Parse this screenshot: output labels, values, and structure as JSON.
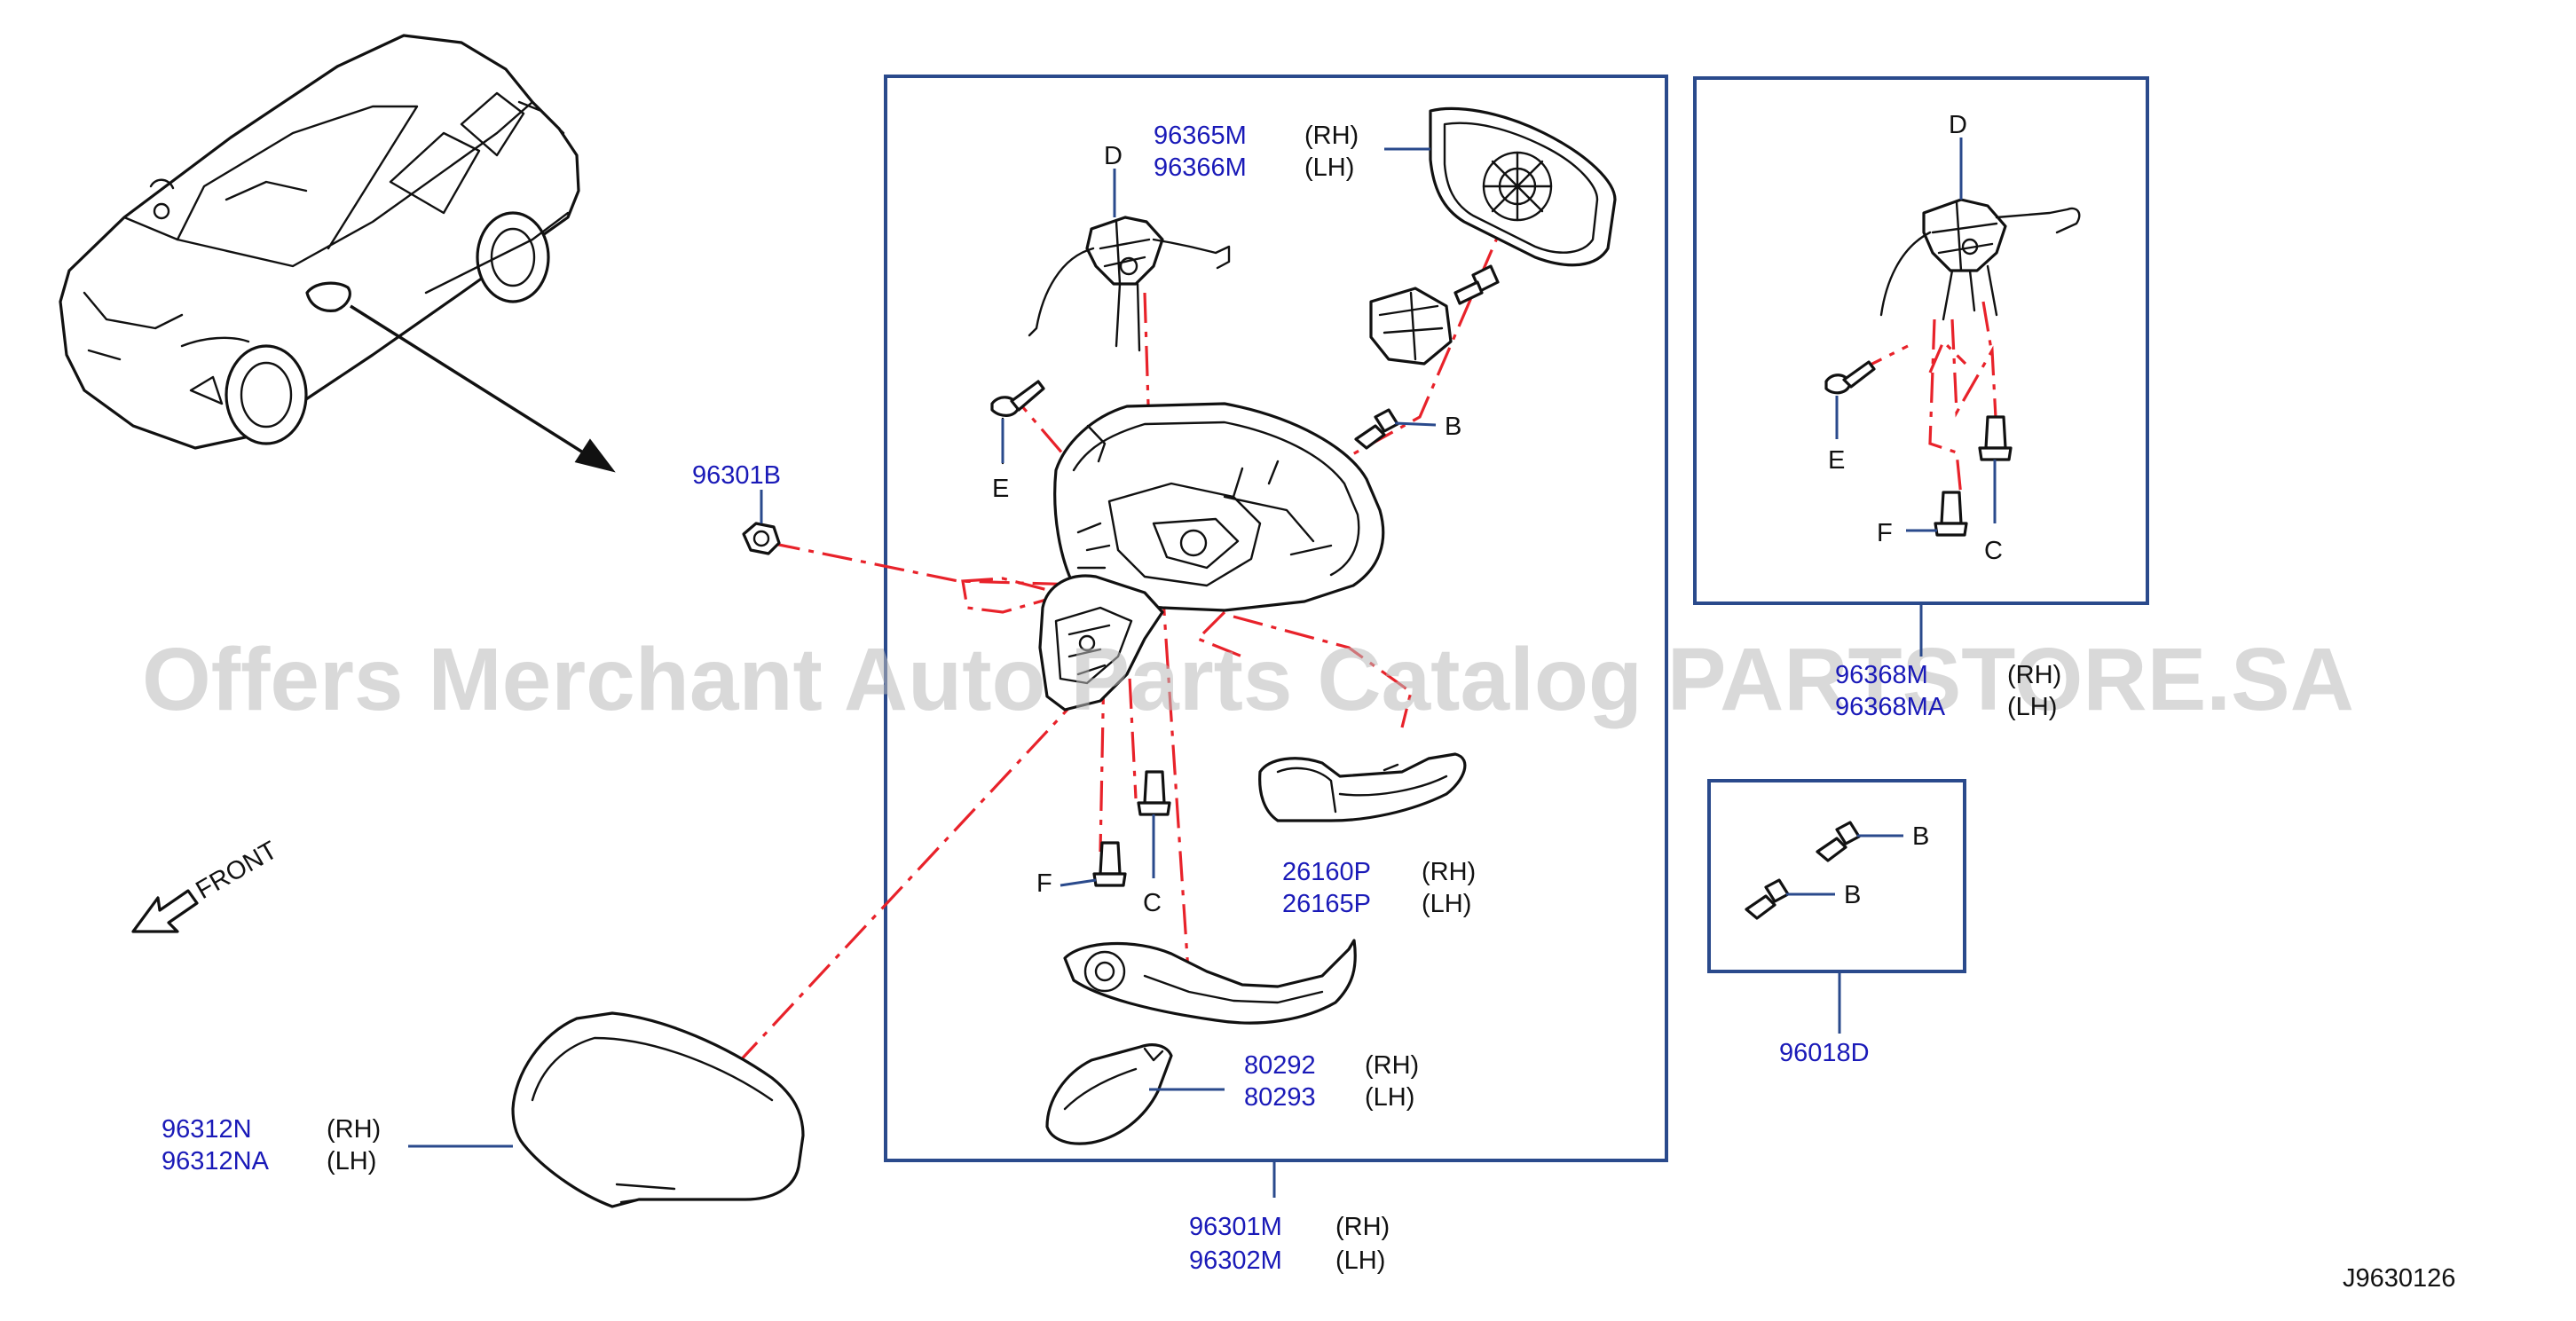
{
  "diagram": {
    "diagram_id": "J9630126",
    "front_label": "FRONT",
    "watermark": "Offers Merchant Auto Parts Catalog PARTSTORE.SA",
    "colors": {
      "part_number": "#1a1ab8",
      "box": "#2a4a8c",
      "dashed_line": "#e8222a",
      "outline": "#111111"
    },
    "callouts": {
      "nut": {
        "number": "96301B"
      },
      "glass": {
        "rh_number": "96365M",
        "rh_side": "(RH)",
        "lh_number": "96366M",
        "lh_side": "(LH)"
      },
      "turn_lamp": {
        "rh_number": "26160P",
        "rh_side": "(RH)",
        "lh_number": "26165P",
        "lh_side": "(LH)"
      },
      "cover": {
        "rh_number": "80292",
        "rh_side": "(RH)",
        "lh_number": "80293",
        "lh_side": "(LH)"
      },
      "cap": {
        "rh_number": "96312N",
        "rh_side": "(RH)",
        "lh_number": "96312NA",
        "lh_side": "(LH)"
      },
      "assembly": {
        "rh_number": "96301M",
        "rh_side": "(RH)",
        "lh_number": "96302M",
        "lh_side": "(LH)"
      },
      "actuator": {
        "rh_number": "96368M",
        "rh_side": "(RH)",
        "lh_number": "96368MA",
        "lh_side": "(LH)"
      },
      "screw_kit": {
        "number": "96018D"
      }
    },
    "letter_labels": {
      "main_d": "D",
      "main_e": "E",
      "main_b": "B",
      "main_f": "F",
      "main_c": "C",
      "side_d": "D",
      "side_e": "E",
      "side_f": "F",
      "side_c": "C",
      "kit_b1": "B",
      "kit_b2": "B"
    }
  }
}
